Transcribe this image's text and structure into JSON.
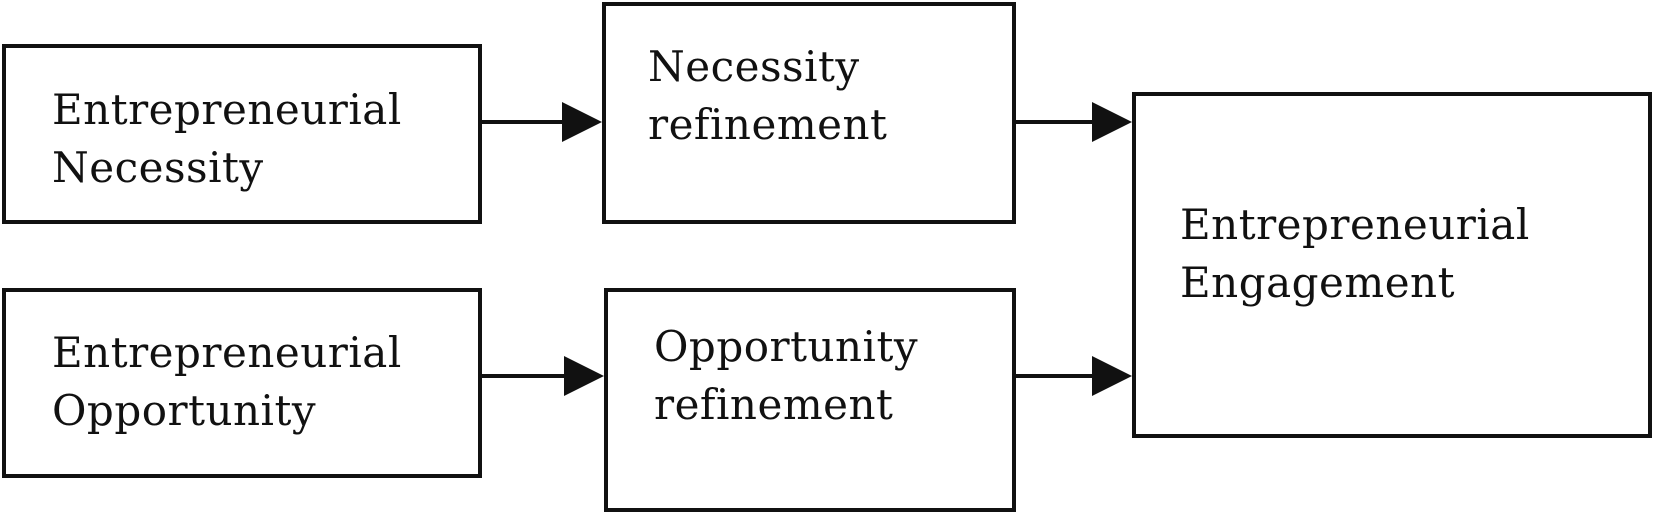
{
  "diagram": {
    "nodes": {
      "entrepreneurial_necessity": {
        "line1": "Entrepreneurial",
        "line2": "Necessity"
      },
      "necessity_refinement": {
        "line1": "Necessity",
        "line2": "refinement"
      },
      "entrepreneurial_opportunity": {
        "line1": "Entrepreneurial",
        "line2": "Opportunity"
      },
      "opportunity_refinement": {
        "line1": "Opportunity",
        "line2": "refinement"
      },
      "entrepreneurial_engagement": {
        "line1": "Entrepreneurial",
        "line2": "Engagement"
      }
    },
    "edges": [
      {
        "from": "entrepreneurial_necessity",
        "to": "necessity_refinement"
      },
      {
        "from": "necessity_refinement",
        "to": "entrepreneurial_engagement"
      },
      {
        "from": "entrepreneurial_opportunity",
        "to": "opportunity_refinement"
      },
      {
        "from": "opportunity_refinement",
        "to": "entrepreneurial_engagement"
      }
    ]
  }
}
